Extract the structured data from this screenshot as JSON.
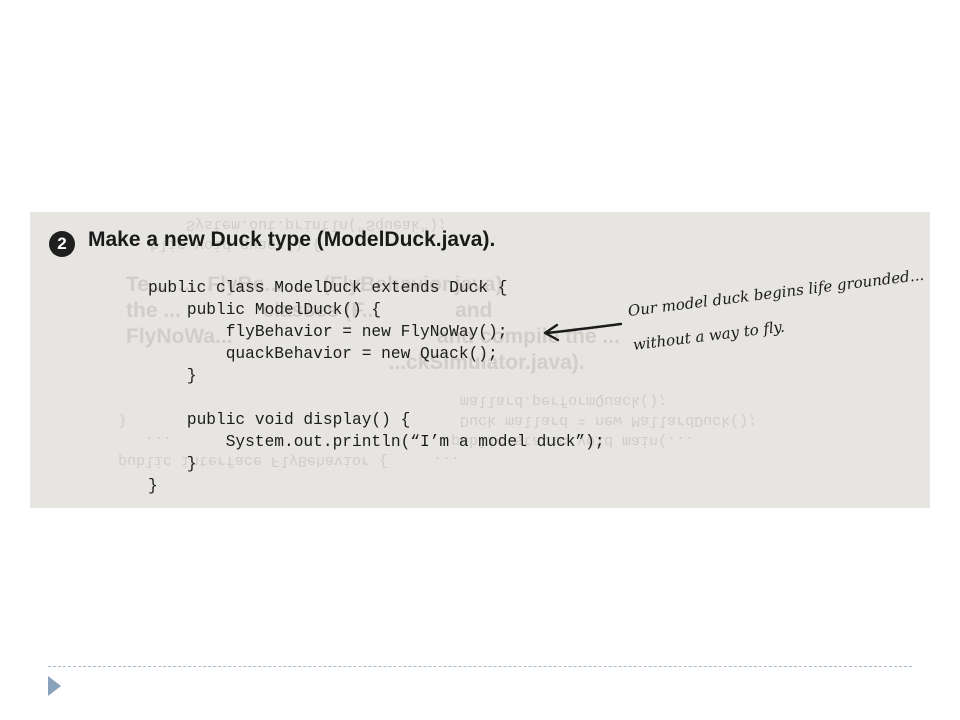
{
  "step": {
    "number": "2",
    "heading": "Make a new Duck type (ModelDuck.java)."
  },
  "code": {
    "lines": [
      "public class ModelDuck extends Duck {",
      "    public ModelDuck() {",
      "        flyBehavior = new FlyNoWay();",
      "        quackBehavior = new Quack();",
      "    }",
      "",
      "    public void display() {",
      "        System.out.println(“I’m a model duck”);",
      "    }",
      "}"
    ]
  },
  "annotation": {
    "line1": "Our model duck begins life grounded...",
    "line2": "without a way to fly."
  },
  "colors": {
    "page_background": "#ffffff",
    "scan_background": "#e7e5e2",
    "divider": "#a9bccd",
    "bullet": "#8aa2bb"
  }
}
